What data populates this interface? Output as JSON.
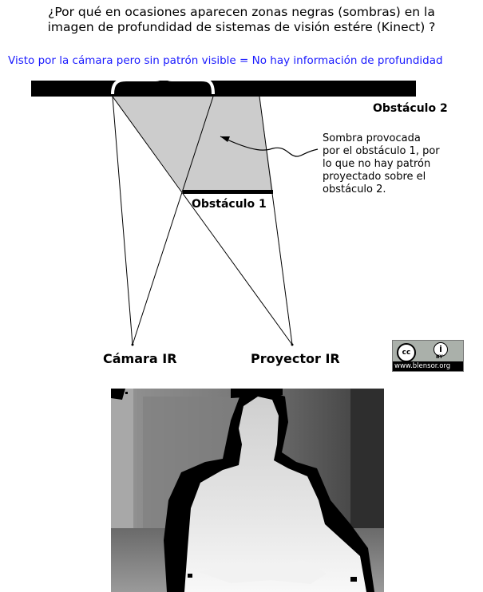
{
  "title": {
    "line1": "¿Por qué en ocasiones aparecen zonas negras (sombras) en la",
    "line2": "imagen de profundidad de sistemas de visión estére (Kinect) ?"
  },
  "note": "Visto por la cámara pero sin patrón visible = No hay información de profundidad",
  "labels": {
    "obstacle2": "Obstáculo 2",
    "obstacle1": "Obstáculo 1",
    "camera": "Cámara IR",
    "projector": "Proyector IR"
  },
  "shadow_annotation": [
    "Sombra provocada",
    "por el obstáculo 1, por",
    "lo que no hay patrón",
    "proyectado sobre el",
    "obstáculo 2."
  ],
  "badge": {
    "cc": "cc",
    "by_icon": "i",
    "by": "BY",
    "url": "www.blensor.org"
  },
  "colors": {
    "note_text": "#1a1aff",
    "shadow_fill": "#cccccc",
    "obstacle": "#000000"
  }
}
